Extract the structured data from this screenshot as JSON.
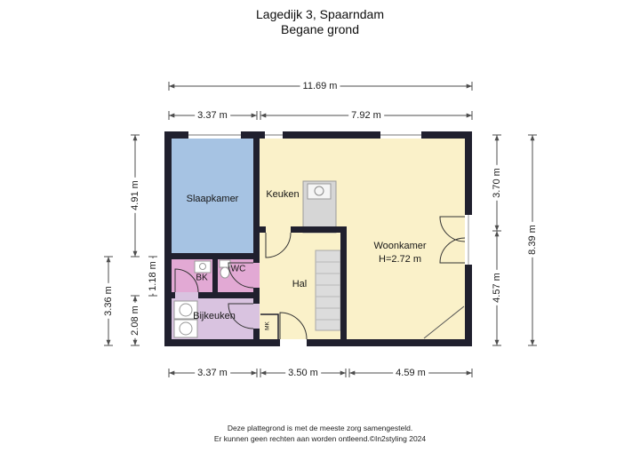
{
  "header": {
    "address": "Lagedijk 3, Spaarndam",
    "floor": "Begane grond"
  },
  "rooms": {
    "slaapkamer": {
      "label": "Slaapkamer"
    },
    "keuken": {
      "label": "Keuken"
    },
    "woonkamer": {
      "label": "Woonkamer",
      "ceiling_height": "H=2.72 m"
    },
    "bk": {
      "label": "BK"
    },
    "wc": {
      "label": "WC"
    },
    "bijkeuken": {
      "label": "Bijkeuken"
    },
    "hal": {
      "label": "Hal"
    },
    "mk": {
      "label": "MK"
    }
  },
  "dimensions": {
    "top_total": "11.69 m",
    "top_left": "3.37 m",
    "top_right": "7.92 m",
    "left_upper": "4.91 m",
    "left_inner_mid": "1.18 m",
    "left_inner_lower": "2.08 m",
    "left_outer": "3.36 m",
    "right_upper": "3.70 m",
    "right_lower": "4.57 m",
    "right_outer": "8.39 m",
    "bottom_left": "3.37 m",
    "bottom_mid": "3.50 m",
    "bottom_right": "4.59 m"
  },
  "footer": {
    "line1": "Deze plattegrond is met de meeste zorg samengesteld.",
    "line2": "Er kunnen geen rechten aan worden ontleend.©In2styling 2024"
  },
  "colors": {
    "wall": "#20202e",
    "bedroom": "#a6c3e3",
    "living": "#faf1c9",
    "wet_room": "#e2a9d4",
    "utility": "#d9c3e0",
    "counter": "#d6d6d6",
    "stairs": "#dcdcdc"
  }
}
